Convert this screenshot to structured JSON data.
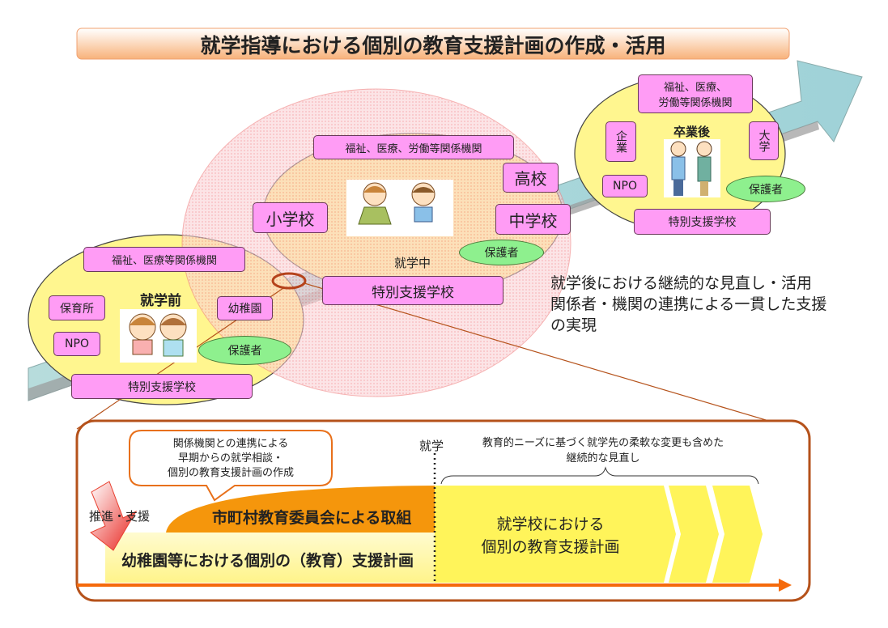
{
  "title": "就学指導における個別の教育支援計画の作成・活用",
  "preschool": {
    "stage": "就学前",
    "welfare": "福祉、医療等関係機関",
    "nursery": "保育所",
    "npo": "NPO",
    "kindergarten": "幼稚園",
    "guardian": "保護者",
    "special_school": "特別支援学校"
  },
  "inschool": {
    "stage": "就学中",
    "welfare": "福祉、医療、労働等関係機関",
    "elementary": "小学校",
    "high": "高校",
    "junior_high": "中学校",
    "guardian": "保護者",
    "special_school": "特別支援学校"
  },
  "graduate": {
    "stage": "卒業後",
    "welfare_line1": "福祉、医療、",
    "welfare_line2": "労働等関係機関",
    "company": "企業",
    "university": "大学",
    "npo": "NPO",
    "guardian": "保護者",
    "special_school": "特別支援学校"
  },
  "summary": [
    "就学後における継続的な見直し・活用",
    "関係者・機関の連携による一貫した支援",
    "の実現"
  ],
  "timeline": {
    "bubble": [
      "関係機関との連携による",
      "早期からの就学相談・",
      "個別の教育支援計画の作成"
    ],
    "enrollment": "就学",
    "review": [
      "教育的ニーズに基づく就学先の柔軟な変更も含めた",
      "継続的な見直し"
    ],
    "promotion": "推進・支援",
    "municipal": "市町村教育委員会による取組",
    "kindergarten_plan": "幼稚園等における個別の（教育）支援計画",
    "school_plan": [
      "就学校における",
      "個別の教育支援計画"
    ]
  }
}
